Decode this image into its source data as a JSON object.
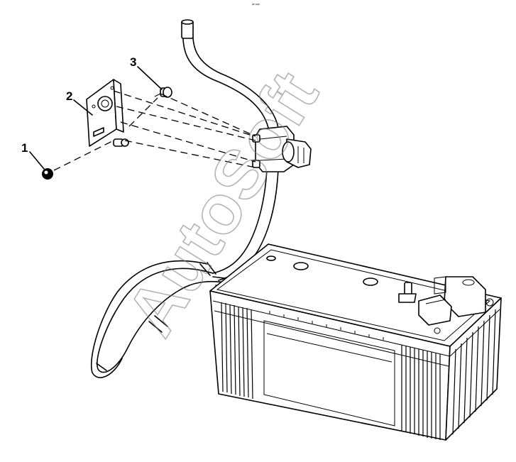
{
  "diagram": {
    "header_mark": "ᵖᵇ ᵖᵖᵖ",
    "callouts": [
      {
        "id": "1",
        "label": "1"
      },
      {
        "id": "2",
        "label": "2"
      },
      {
        "id": "3",
        "label": "3"
      }
    ],
    "watermark": "AutoSoft"
  }
}
